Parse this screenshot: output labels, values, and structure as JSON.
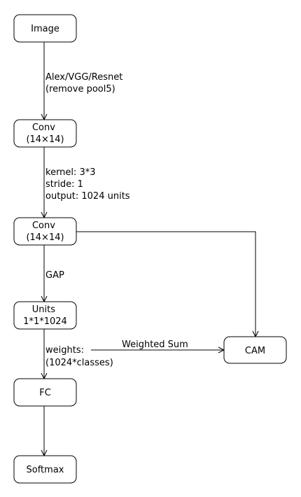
{
  "nodes": {
    "image": {
      "lines": [
        "Image"
      ]
    },
    "conv1": {
      "lines": [
        "Conv",
        "(14×14)"
      ]
    },
    "conv2": {
      "lines": [
        "Conv",
        "(14×14)"
      ]
    },
    "units": {
      "lines": [
        "Units",
        "1*1*1024"
      ]
    },
    "fc": {
      "lines": [
        "FC"
      ]
    },
    "softmax": {
      "lines": [
        "Softmax"
      ]
    },
    "cam": {
      "lines": [
        "CAM"
      ]
    }
  },
  "edges": {
    "image_conv1": {
      "lines": [
        "Alex/VGG/Resnet",
        "(remove pool5)"
      ]
    },
    "conv1_conv2": {
      "lines": [
        "kernel: 3*3",
        "stride: 1",
        "output: 1024 units"
      ]
    },
    "conv2_units": {
      "lines": [
        "GAP"
      ]
    },
    "units_fc": {
      "lines": [
        "weights:",
        "(1024*classes)"
      ]
    },
    "weighted_sum": {
      "lines": [
        "Weighted Sum"
      ]
    }
  }
}
